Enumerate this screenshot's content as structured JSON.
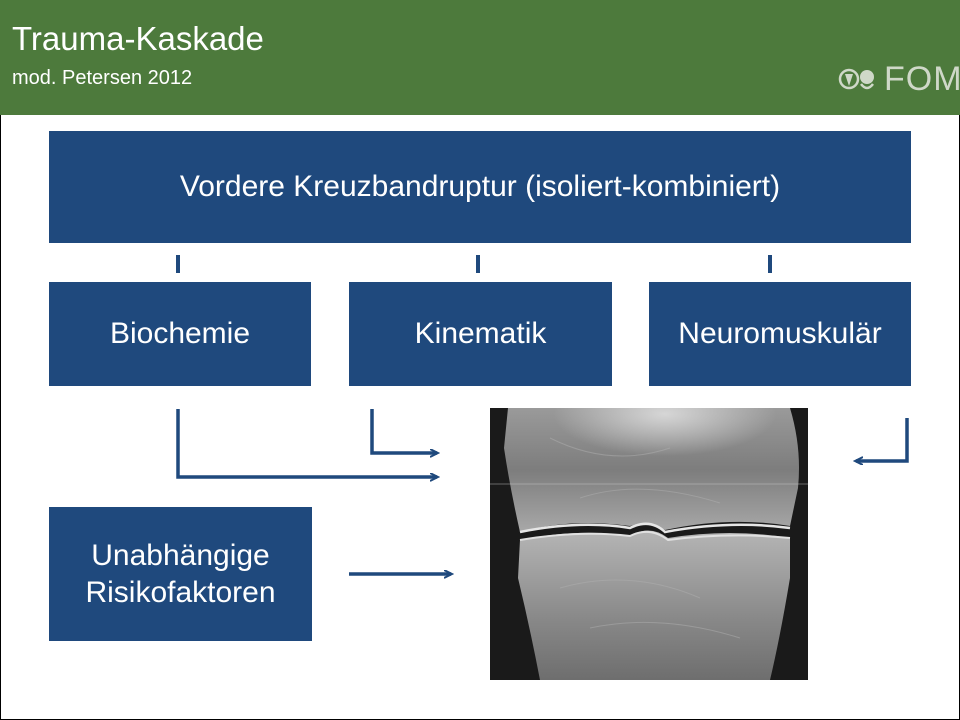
{
  "header": {
    "title": "Trauma-Kaskade",
    "subtitle": "mod. Petersen 2012",
    "logo_text": "FOMT",
    "background": "#4d7a3c"
  },
  "diagram": {
    "top_box": "Vordere Kreuzbandruptur (isoliert-kombiniert)",
    "categories": [
      "Biochemie",
      "Kinematik",
      "Neuromuskulär"
    ],
    "risk_box_line1": "Unabhängige",
    "risk_box_line2": "Risikofaktoren",
    "box_color": "#1f497d",
    "image": "knee-xray"
  }
}
